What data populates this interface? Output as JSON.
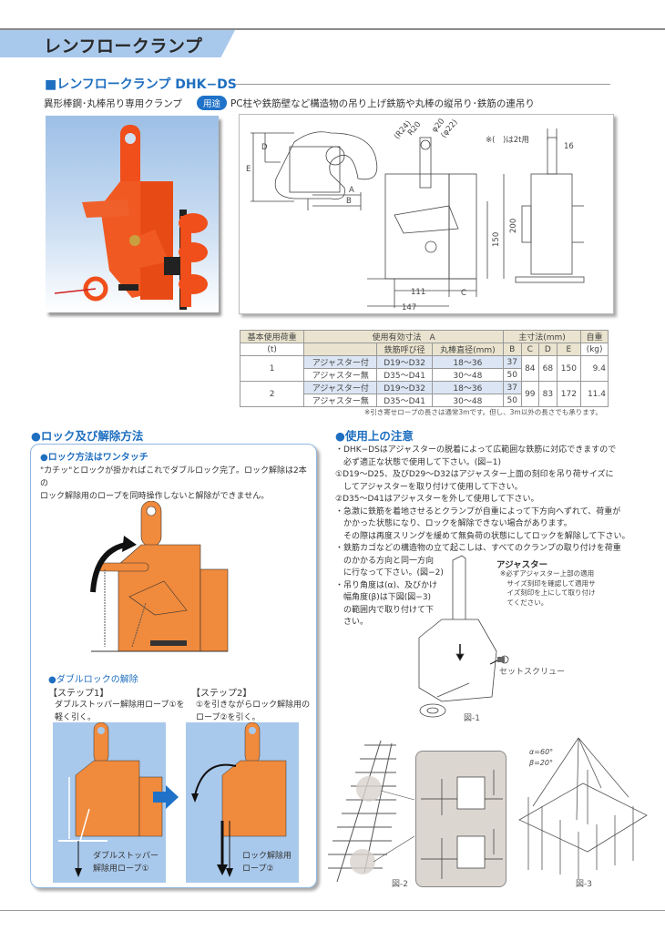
{
  "header": {
    "title": "レンフロークランプ"
  },
  "product": {
    "heading": "■レンフロークランプ DHK−DS",
    "subtitle": "異形棒鋼･丸棒吊り専用クランプ",
    "use_badge": "用途",
    "use_text": "PC柱や鉄筋壁など構造物の吊り上げ鉄筋や丸棒の縦吊り･鉄筋の連吊り"
  },
  "drawing": {
    "labels": {
      "D": "D",
      "E": "E",
      "A": "A",
      "B": "B",
      "C": "C",
      "r20": "R20",
      "r24": "(R24)",
      "phi20": "φ20",
      "phi22": "(φ22)",
      "note": "※(　)は2t用",
      "dim16": "16",
      "dim200": "200",
      "dim150": "150",
      "dim111": "111",
      "dim147": "147"
    }
  },
  "spec_table": {
    "headers": {
      "load": "基本使用荷重",
      "load_unit": "(t)",
      "effective": "使用有効寸法　A",
      "rebar": "鉄筋呼び径",
      "round": "丸棒直径(mm)",
      "main": "主寸法(mm)",
      "B": "B",
      "C": "C",
      "D": "D",
      "E": "E",
      "weight": "自重",
      "weight_unit": "(kg)"
    },
    "rows": [
      {
        "load": "1",
        "a1_type": "アジャスター付",
        "a1_rebar": "D19〜D32",
        "a1_round": "18〜36",
        "a1_B": "37",
        "a2_type": "アジャスター無",
        "a2_rebar": "D35〜D41",
        "a2_round": "30〜48",
        "a2_B": "50",
        "C": "84",
        "D": "68",
        "E": "150",
        "weight": "9.4"
      },
      {
        "load": "2",
        "a1_type": "アジャスター付",
        "a1_rebar": "D19〜D32",
        "a1_round": "18〜36",
        "a1_B": "37",
        "a2_type": "アジャスター無",
        "a2_rebar": "D35〜D41",
        "a2_round": "30〜48",
        "a2_B": "50",
        "C": "99",
        "D": "83",
        "E": "172",
        "weight": "11.4"
      }
    ],
    "footnote": "※引き寄せロープの長さは通常3mです。但し、3m以外の長さでも承ります。"
  },
  "lock_section": {
    "heading": "●ロック及び解除方法",
    "subheading": "●ロック方法はワンタッチ",
    "text_line1": "\"カチッ\"とロックが掛かればこれでダブルロック完了。ロック解除は2本の",
    "text_line2": "ロック解除用のロープを同時操作しないと解除ができません。",
    "double_heading": "●ダブルロックの解除",
    "step1": {
      "title": "【ステップ1】",
      "desc1": "ダブルストッパー解除用ロープ①を",
      "desc2": "軽く引く。",
      "label1": "ダブルストッパー",
      "label2": "解除用ロープ①"
    },
    "step2": {
      "title": "【ステップ2】",
      "desc1": "①を引きながらロック解除用の",
      "desc2": "ロープ②を引く。",
      "label1": "ロック解除用",
      "label2": "ロープ②"
    }
  },
  "notes_section": {
    "heading": "●使用上の注意",
    "lines": [
      "・DHK−DSはアジャスターの脱着によって広範囲な鉄筋に対応できますので",
      "　必ず適正な状態で使用して下さい。(図−1)",
      "①D19〜D25、及びD29〜D32はアジャスター上面の刻印を吊り荷サイズに",
      "　してアジャスターを取り付けて使用して下さい。",
      "②D35〜D41はアジャスターを外して使用して下さい。",
      "・急激に鉄筋を着地させるとクランプが自重によって下方向へずれて、荷重が",
      "　かかった状態になり、ロックを解除できない場合があります。",
      "　その際は再度スリングを緩めて無負荷の状態にしてロックを解除して下さい。",
      "・鉄筋カゴなどの構造物の立て起こしは、すべてのクランプの取り付けを荷重",
      "　のかかる方向と同一方向",
      "　に行なって下さい。(図−2)",
      "・吊り角度は(α)、及びかけ",
      "　幅角度(β)は下図(図−3)",
      "　の範囲内で取り付けて下",
      "　さい。"
    ],
    "adjuster_title": "アジャスター",
    "adjuster_text": [
      "※必ずアジャスター上部の適用",
      "　サイズ刻印を確認して適用サ",
      "　イズ刻印を上にして取り付け",
      "　てください。"
    ],
    "set_screw": "セットスクリュー",
    "fig1": "図-1",
    "fig2": "図-2",
    "fig3": "図-3",
    "alpha": "α=60°",
    "beta": "β=20°"
  },
  "colors": {
    "accent_blue": "#1f6fc0",
    "band_blue": "#a9c9ec",
    "clamp_orange": "#f08a3c",
    "photo_orange": "#f04e1a"
  }
}
